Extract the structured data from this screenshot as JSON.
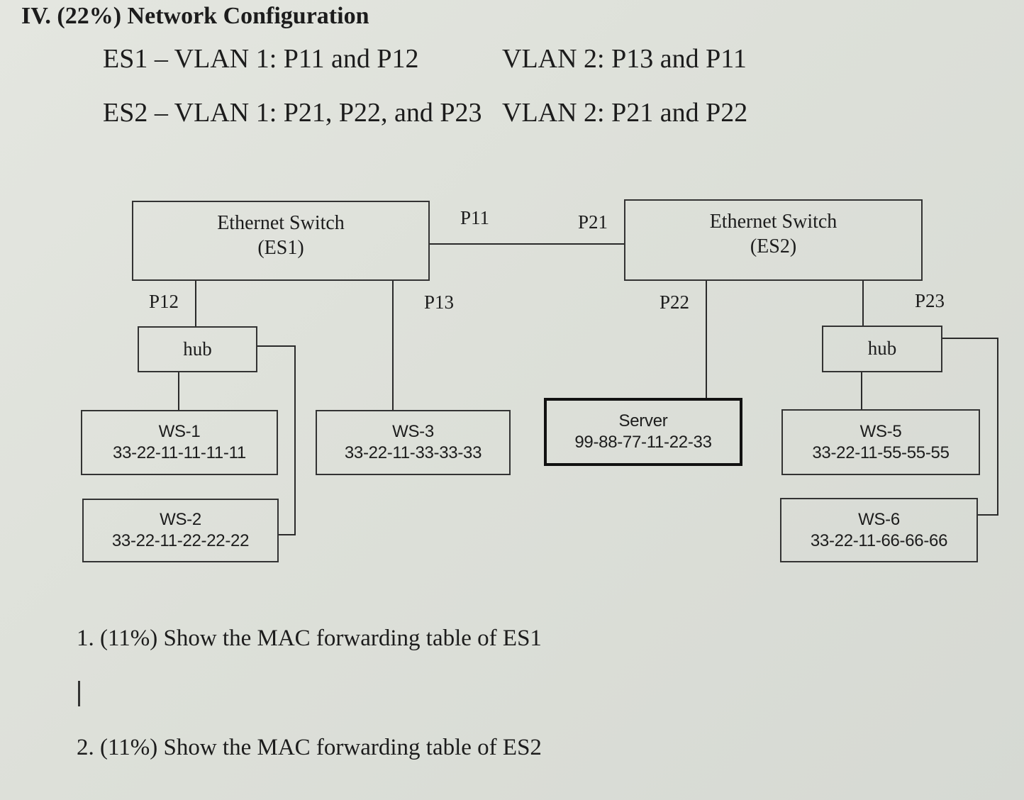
{
  "title": "IV. (22%) Network Configuration",
  "vlans": {
    "es1_v1": "ES1 – VLAN 1: P11 and P12",
    "es1_v2": "VLAN 2: P13 and P11",
    "es2_v1": "ES2 – VLAN 1: P21, P22, and P23",
    "es2_v2": "VLAN 2: P21 and P22"
  },
  "diagram": {
    "es1": {
      "line1": "Ethernet Switch",
      "line2": "(ES1)"
    },
    "es2": {
      "line1": "Ethernet Switch",
      "line2": "(ES2)"
    },
    "ports": {
      "p11": "P11",
      "p12": "P12",
      "p13": "P13",
      "p21": "P21",
      "p22": "P22",
      "p23": "P23"
    },
    "hub_left": "hub",
    "hub_right": "hub",
    "ws1": {
      "name": "WS-1",
      "mac": "33-22-11-11-11-11"
    },
    "ws2": {
      "name": "WS-2",
      "mac": "33-22-11-22-22-22"
    },
    "ws3": {
      "name": "WS-3",
      "mac": "33-22-11-33-33-33"
    },
    "server": {
      "name": "Server",
      "mac": "99-88-77-11-22-33"
    },
    "ws5": {
      "name": "WS-5",
      "mac": "33-22-11-55-55-55"
    },
    "ws6": {
      "name": "WS-6",
      "mac": "33-22-11-66-66-66"
    }
  },
  "questions": {
    "q1": "1.   (11%) Show the MAC forwarding table of ES1",
    "q2": "2.   (11%) Show the MAC forwarding table of ES2"
  }
}
